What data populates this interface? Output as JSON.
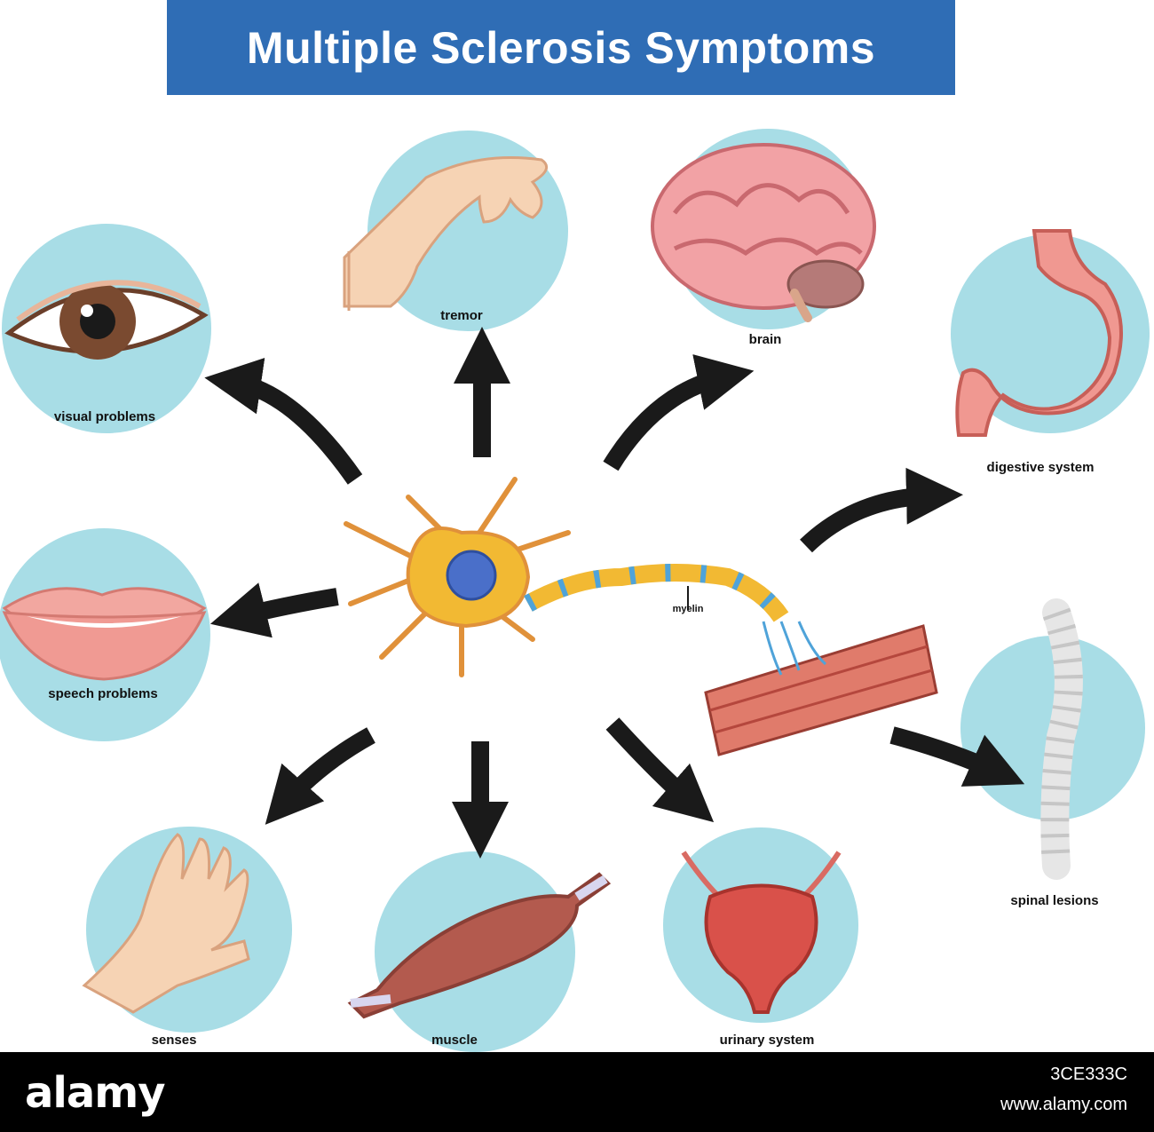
{
  "title": "Multiple Sclerosis Symptoms",
  "colors": {
    "banner": "#2f6db5",
    "circle": "#a8dde6",
    "arrow": "#1a1a1a",
    "neuron_body": "#f2b933",
    "nucleus": "#4a6fc9",
    "footer": "#000000"
  },
  "labels": {
    "tremor": "tremor",
    "brain": "brain",
    "visual": "visual problems",
    "digestive": "digestive system",
    "speech": "speech problems",
    "myelin": "myelin",
    "spinal": "spinal lesions",
    "senses": "senses",
    "muscle": "muscle",
    "urinary": "urinary system"
  },
  "watermark": {
    "logo": "alamy",
    "image_id": "3CE333C",
    "url": "www.alamy.com"
  }
}
